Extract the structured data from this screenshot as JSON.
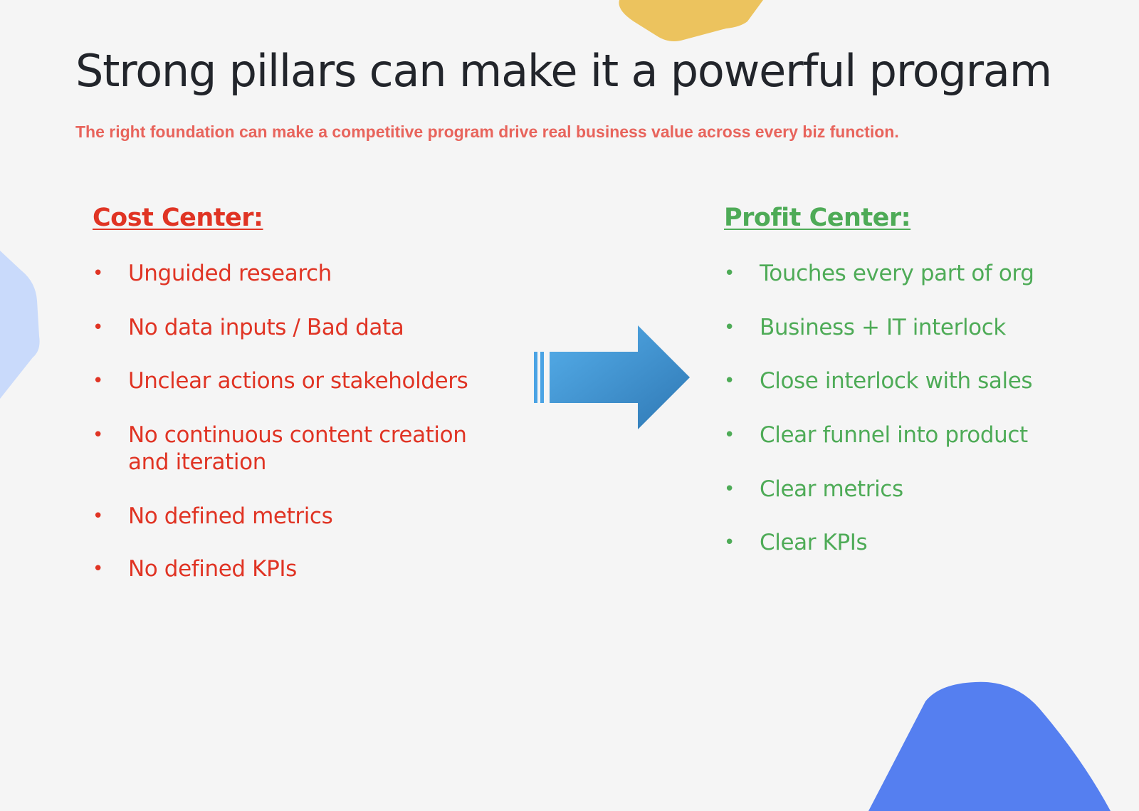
{
  "slide": {
    "title": "Strong pillars can make it a powerful program",
    "subtitle": "The right foundation can make a competitive program drive real business value across every biz function.",
    "bullet_glyph": "•",
    "cost_center": {
      "heading": "Cost Center:",
      "items": [
        {
          "line1": "Unguided research",
          "line2": ""
        },
        {
          "line1": "No data inputs / Bad data",
          "line2": ""
        },
        {
          "line1": "Unclear actions or stakeholders",
          "line2": ""
        },
        {
          "line1": "No continuous content creation",
          "line2": "and iteration"
        },
        {
          "line1": "No defined metrics",
          "line2": ""
        },
        {
          "line1": "No defined KPIs",
          "line2": ""
        }
      ]
    },
    "profit_center": {
      "heading": "Profit Center:",
      "items": [
        "Touches every part of org",
        "Business + IT interlock",
        "Close interlock with sales",
        "Clear funnel into product",
        "Clear metrics",
        "Clear KPIs"
      ]
    },
    "arrow_icon": "right-arrow-icon",
    "colors": {
      "title": "#22252b",
      "subtitle": "#e8645c",
      "cost": "#e03424",
      "profit": "#4eab57",
      "arrow_light": "#55aeea",
      "arrow_dark": "#2f78b4",
      "blob_yellow": "#ecc35e",
      "blob_light_blue": "#c9dafb",
      "blob_blue": "#557ff0",
      "background": "#f5f5f5"
    }
  }
}
